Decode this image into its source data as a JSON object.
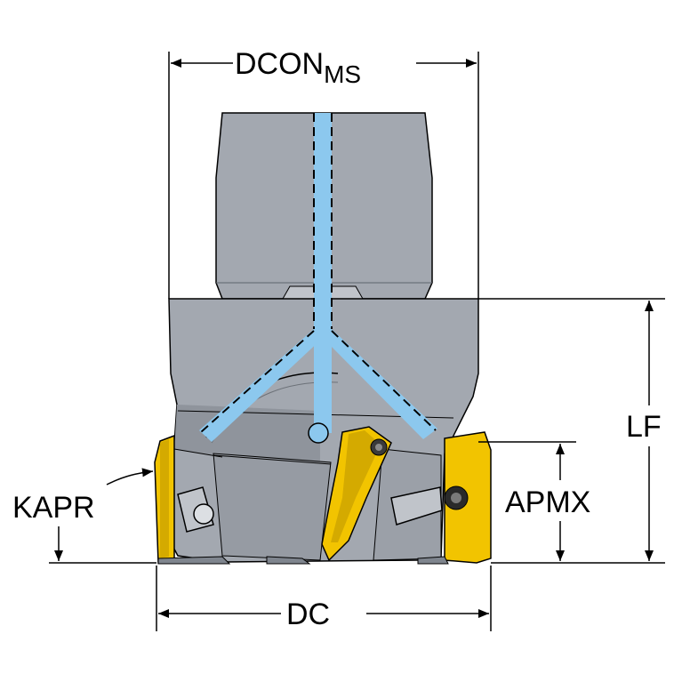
{
  "labels": {
    "dcon_main": "DCON",
    "dcon_sub": "MS",
    "lf": "LF",
    "apmx": "APMX",
    "kapr": "KAPR",
    "dc": "DC"
  },
  "colors": {
    "body": "#a3a8b0",
    "body_dark": "#7f858e",
    "body_light": "#c0c4ca",
    "coolant": "#8cc8ee",
    "insert": "#f2c400",
    "insert_dark": "#a88700",
    "line": "#000000"
  }
}
